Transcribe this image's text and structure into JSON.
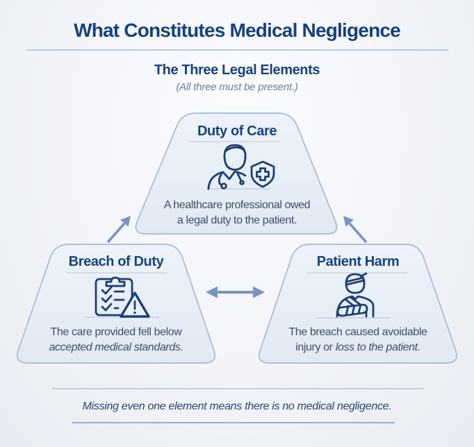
{
  "header": {
    "title": "What Constitutes Medical Negligence",
    "subtitle": "The Three Legal Elements",
    "note": "(All three must be present.)"
  },
  "cards": {
    "duty": {
      "title": "Duty of Care",
      "icon": "doctor-with-shield-icon",
      "line1": "A healthcare professional owed",
      "line2": "a legal duty to the patient."
    },
    "breach": {
      "title": "Breach of Duty",
      "icon": "clipboard-warning-icon",
      "line1": "The care provided fell below",
      "line2_italic": "accepted medical standards."
    },
    "harm": {
      "title": "Patient Harm",
      "icon": "injured-patient-icon",
      "line1": "The breach caused avoidable",
      "line2": "injury or",
      "line2_italic": "loss to the patient."
    }
  },
  "connectors": {
    "breach_to_duty": "up-right-arrow",
    "harm_to_duty": "up-left-arrow",
    "breach_harm": "double-headed-arrow"
  },
  "footer": {
    "note": "Missing even one element means there is no medical negligence."
  },
  "colors": {
    "title_navy": "#17417e",
    "body_text": "#3e4d68",
    "muted_note": "#6f7e93",
    "card_fill": "#eaf0f8",
    "card_border": "#a6b9d5",
    "icon_stroke": "#1c3e72",
    "arrow": "#7b94bf",
    "divider": "#b4c2d5"
  }
}
